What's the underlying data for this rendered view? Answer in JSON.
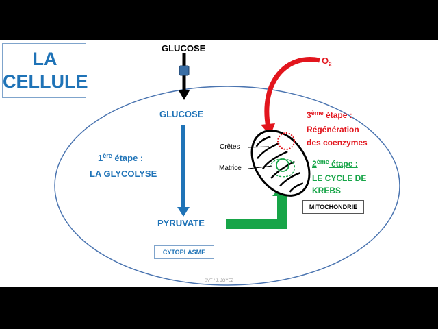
{
  "title": "LA\nCELLULE",
  "glucose_outside": "GLUCOSE",
  "glucose_inside": "GLUCOSE",
  "pyruvate": "PYRUVATE",
  "o2": {
    "base": "O",
    "sub": "2"
  },
  "step1": {
    "num": "1",
    "sup": "ère",
    "word": " étape :",
    "line2": "LA GLYCOLYSE"
  },
  "step2": {
    "num": "2",
    "sup": "ème",
    "word": " étape :",
    "line2": "LE CYCLE DE",
    "line3": "KREBS"
  },
  "step3": {
    "num": "3",
    "sup": "ème",
    "word": " étape :",
    "line2": "Régénération",
    "line3": "des coenzymes"
  },
  "labels": {
    "cretes": "Crêtes",
    "matrice": "Matrice"
  },
  "cytoplasme": "CYTOPLASME",
  "mitochondrie": "MITOCHONDRIE",
  "credit": "SVT / J. JOYEZ",
  "colors": {
    "blue": "#1f73b7",
    "red": "#e2151d",
    "green": "#17a548"
  }
}
